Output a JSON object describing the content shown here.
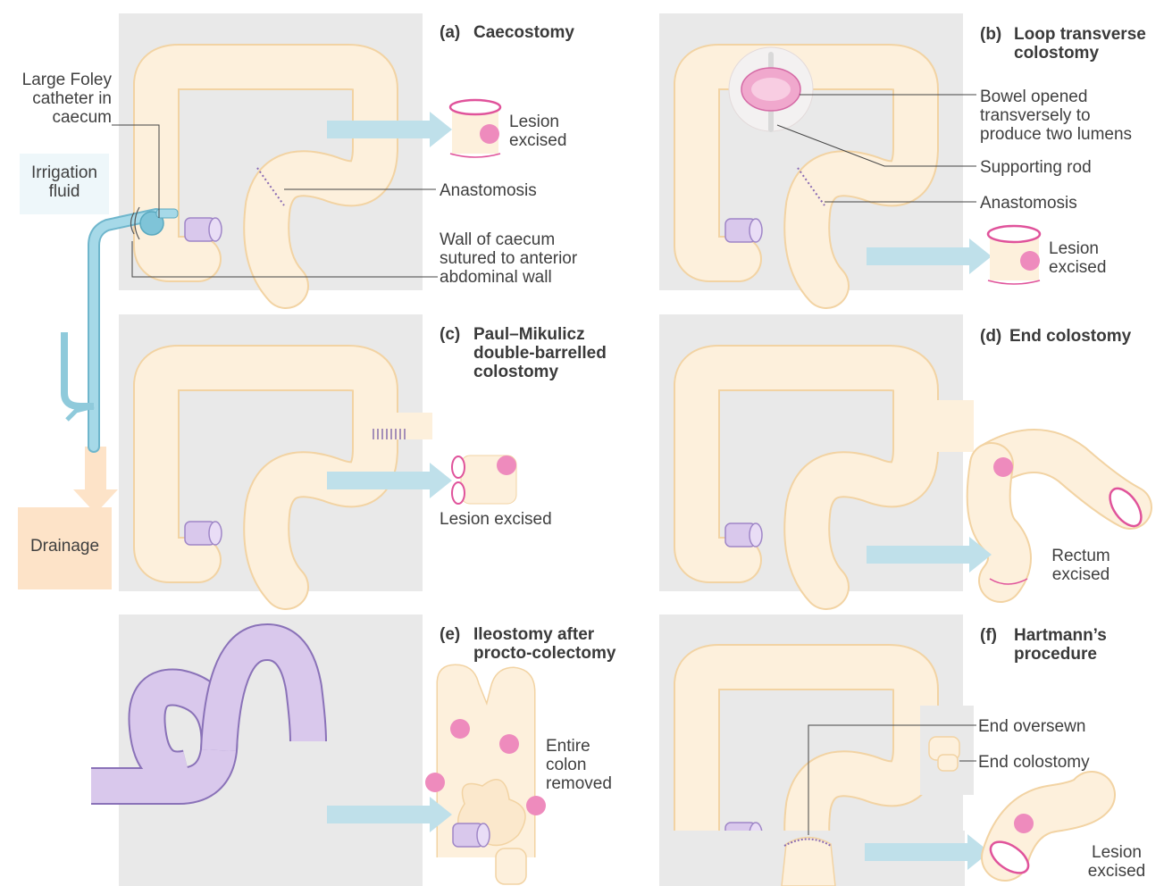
{
  "panels": {
    "a": {
      "letter": "(a)",
      "title_lines": [
        "Caecostomy"
      ]
    },
    "b": {
      "letter": "(b)",
      "title_lines": [
        "Loop transverse",
        "colostomy"
      ]
    },
    "c": {
      "letter": "(c)",
      "title_lines": [
        "Paul–Mikulicz",
        "double-barrelled",
        "colostomy"
      ]
    },
    "d": {
      "letter": "(d)",
      "title_lines": [
        "End colostomy"
      ]
    },
    "e": {
      "letter": "(e)",
      "title_lines": [
        "Ileostomy after",
        "procto-colectomy"
      ]
    },
    "f": {
      "letter": "(f)",
      "title_lines": [
        "Hartmann’s",
        "procedure"
      ]
    }
  },
  "labels": {
    "foley": [
      "Large Foley",
      "catheter in",
      "caecum"
    ],
    "irrigation": [
      "Irrigation",
      "fluid"
    ],
    "drainage": "Drainage",
    "a_lesion": [
      "Lesion",
      "excised"
    ],
    "a_anastomosis": "Anastomosis",
    "a_wall": [
      "Wall of caecum",
      "sutured to anterior",
      "abdominal wall"
    ],
    "b_bowel": [
      "Bowel opened",
      "transversely to",
      "produce two lumens"
    ],
    "b_rod": "Supporting rod",
    "b_anastomosis": "Anastomosis",
    "b_lesion": [
      "Lesion",
      "excised"
    ],
    "c_lesion": "Lesion excised",
    "d_rectum": [
      "Rectum",
      "excised"
    ],
    "e_colon": [
      "Entire",
      "colon",
      "removed"
    ],
    "f_oversewn": "End oversewn",
    "f_colostomy": "End colostomy",
    "f_lesion": [
      "Lesion",
      "excised"
    ]
  },
  "colors": {
    "panel_bg": "#e9e9e9",
    "bowel_fill": "#fdf0dc",
    "bowel_stroke": "#f2d3a3",
    "arrow": "#bfe0ea",
    "lesion": "#ee8bbd",
    "stoma": "#d9c8ec",
    "stoma_stroke": "#9f86c7",
    "catheter": "#94cfe0",
    "drainage_box": "#fde3c8"
  }
}
